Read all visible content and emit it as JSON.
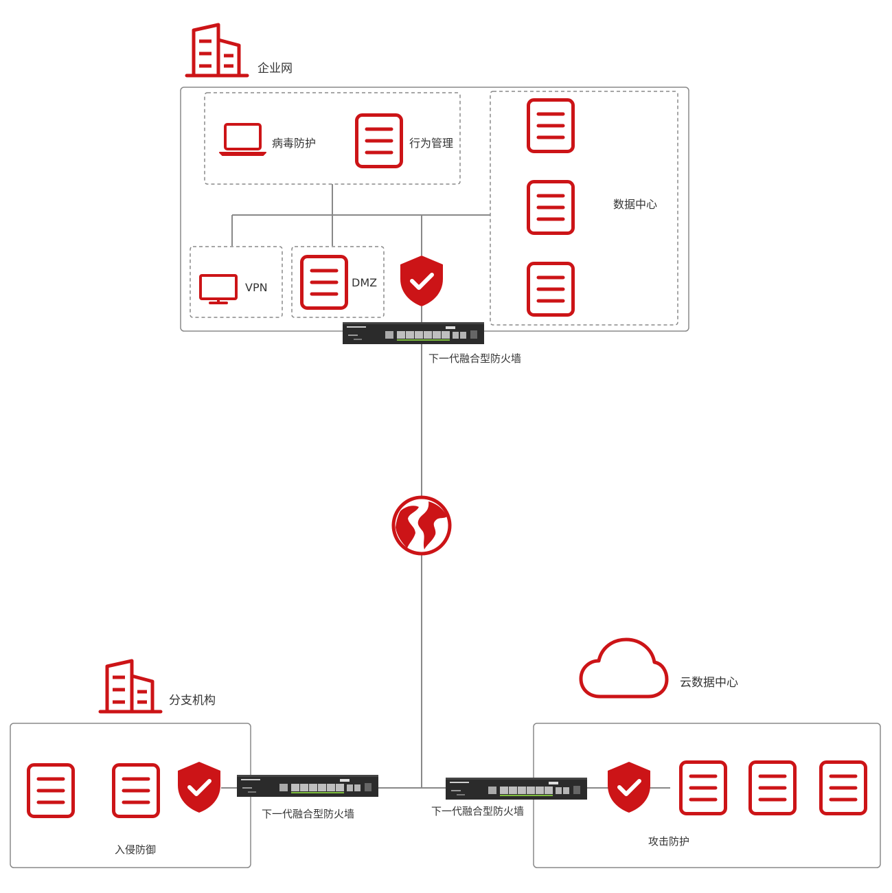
{
  "colors": {
    "accent": "#cc1417",
    "line": "#888888",
    "box_border": "#888888",
    "device": "#2b2b2b"
  },
  "enterprise": {
    "title": "企业网",
    "virus_label": "病毒防护",
    "behavior_label": "行为管理",
    "vpn_label": "VPN",
    "dmz_label": "DMZ",
    "datacenter_label": "数据中心",
    "firewall_label": "下一代融合型防火墙"
  },
  "branch": {
    "title": "分支机构",
    "intrusion_label": "入侵防御",
    "firewall_label": "下一代融合型防火墙"
  },
  "cloud": {
    "title": "云数据中心",
    "attack_label": "攻击防护",
    "firewall_label": "下一代融合型防火墙"
  },
  "icons": [
    "building-icon",
    "laptop-icon",
    "server-icon",
    "monitor-icon",
    "shield-check-icon",
    "globe-icon",
    "cloud-icon",
    "firewall-device-icon"
  ]
}
